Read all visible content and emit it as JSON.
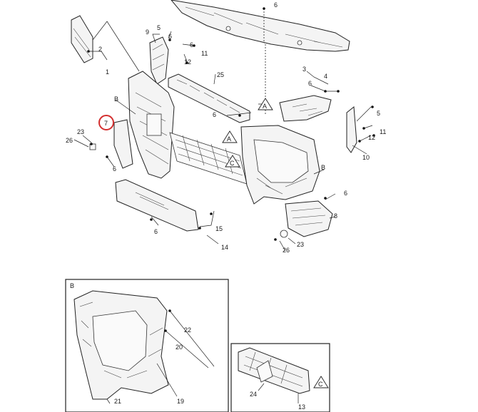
{
  "callouts": {
    "c1": "1",
    "c2": "2",
    "c3": "3",
    "c4": "4",
    "c5a": "5",
    "c5b": "5",
    "c6a": "6",
    "c6b": "6",
    "c6c": "6",
    "c6d": "6",
    "c6e": "6",
    "c6f": "6",
    "c8": "8",
    "c9": "9",
    "c10": "10",
    "c11a": "11",
    "c11b": "11",
    "c12a": "12",
    "c12b": "12",
    "c13": "13",
    "c14": "14",
    "c15": "15",
    "c19": "19",
    "c20": "20",
    "c21": "21",
    "c22": "22",
    "c23a": "23",
    "c23b": "23",
    "c24": "24",
    "c25": "25",
    "c26a": "26",
    "c26b": "26",
    "c7": "7",
    "cB1": "B",
    "cB2": "B"
  },
  "refs": {
    "A": "A",
    "C": "C"
  },
  "detail_boxes": {
    "b_label": "B"
  },
  "highlight": {
    "color": "#d32f2f",
    "label": "7"
  }
}
